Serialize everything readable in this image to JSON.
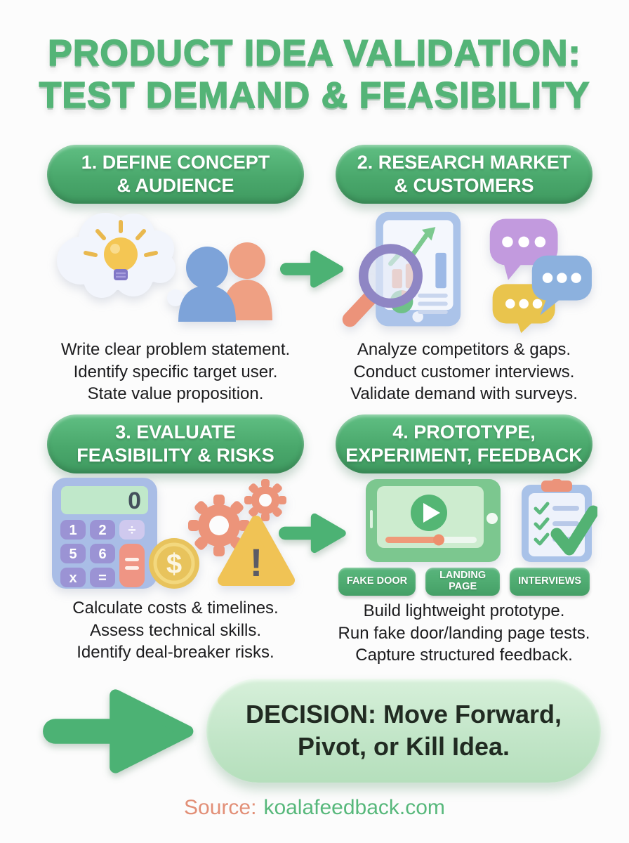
{
  "title": {
    "lines": [
      "PRODUCT IDEA VALIDATION:",
      "TEST DEMAND & FEASIBILITY"
    ]
  },
  "steps": [
    {
      "header": [
        "1. DEFINE CONCEPT",
        "& AUDIENCE"
      ],
      "body": [
        "Write clear problem statement.",
        "Identify specific target user.",
        "State value proposition."
      ],
      "icons": [
        "thought-cloud-lightbulb-icon",
        "two-users-icon"
      ]
    },
    {
      "header": [
        "2. RESEARCH MARKET",
        "& CUSTOMERS"
      ],
      "body": [
        "Analyze competitors & gaps.",
        "Conduct customer interviews.",
        "Validate demand with surveys."
      ],
      "icons": [
        "magnifier-analytics-tablet-icon",
        "chat-bubbles-icon"
      ]
    },
    {
      "header": [
        "3. EVALUATE",
        "FEASIBILITY & RISKS"
      ],
      "body": [
        "Calculate costs & timelines.",
        "Assess technical skills.",
        "Identify deal-breaker risks."
      ],
      "icons": [
        "calculator-icon",
        "dollar-coin-icon",
        "gears-icon",
        "warning-triangle-icon"
      ]
    },
    {
      "header": [
        "4. PROTOTYPE,",
        "EXPERIMENT, FEEDBACK"
      ],
      "body": [
        "Build lightweight prototype.",
        "Run fake door/landing page tests.",
        "Capture structured feedback."
      ],
      "icons": [
        "video-prototype-icon",
        "checklist-clipboard-icon"
      ],
      "tags": [
        "FAKE DOOR",
        "LANDING PAGE",
        "INTERVIEWS"
      ]
    }
  ],
  "decision": {
    "lines": [
      "DECISION: Move Forward,",
      "Pivot, or Kill Idea."
    ]
  },
  "source": {
    "label": "Source:",
    "value": "koalafeedback.com"
  },
  "icon_details": {
    "calculator_display": "0",
    "calculator_keys": [
      "1",
      "2",
      "÷",
      "5",
      "6",
      "x",
      "="
    ],
    "coin_symbol": "$",
    "warning_symbol": "!"
  },
  "colors": {
    "title_green": "#54b477",
    "pill_green": "#4aa86c",
    "arrow_green": "#4cb274",
    "decision_light_green": "#c1e5c7",
    "salmon": "#ec937a",
    "body_text": "#1c1c1e",
    "source_salmon": "#e28f77",
    "source_green": "#57b87b"
  }
}
